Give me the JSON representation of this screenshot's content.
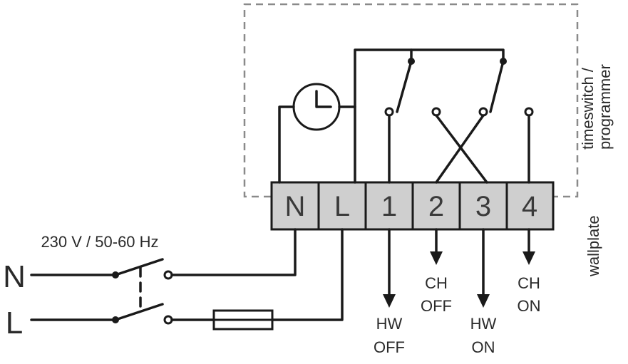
{
  "supply_label": "230 V / 50-60 Hz",
  "lines": {
    "neutral": "N",
    "live": "L"
  },
  "terminals": [
    "N",
    "L",
    "1",
    "2",
    "3",
    "4"
  ],
  "outputs": {
    "hw_off": [
      "HW",
      "OFF"
    ],
    "ch_off": [
      "CH",
      "OFF"
    ],
    "hw_on": [
      "HW",
      "ON"
    ],
    "ch_on": [
      "CH",
      "ON"
    ]
  },
  "side_labels": {
    "timeswitch": [
      "timeswitch /",
      "programmer"
    ],
    "wallplate": "wallplate"
  },
  "colors": {
    "wire": "#1a1a1a",
    "terminal_fill": "#cfcfcf",
    "dashed_box": "#8a8a8a"
  },
  "icons": {
    "timer": "clock-icon",
    "fuse": "fuse-icon"
  }
}
